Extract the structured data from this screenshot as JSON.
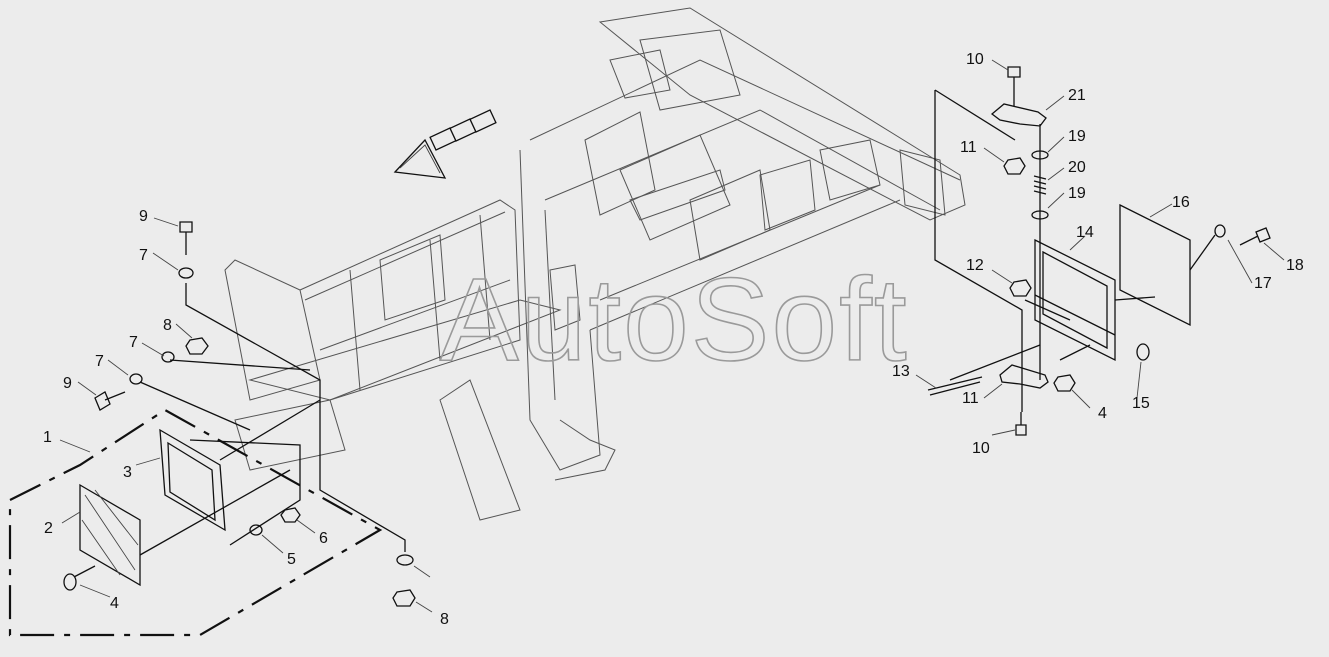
{
  "watermark": "AutoSoft",
  "callouts": {
    "c1": "1",
    "c2": "2",
    "c3": "3",
    "c4a": "4",
    "c4b": "4",
    "c5": "5",
    "c6": "6",
    "c7a": "7",
    "c7b": "7",
    "c7c": "7",
    "c8a": "8",
    "c8b": "8",
    "c9a": "9",
    "c9b": "9",
    "c10a": "10",
    "c10b": "10",
    "c11a": "11",
    "c11b": "11",
    "c12": "12",
    "c13": "13",
    "c14": "14",
    "c15": "15",
    "c16": "16",
    "c17": "17",
    "c18": "18",
    "c19a": "19",
    "c19b": "19",
    "c20": "20",
    "c21": "21"
  }
}
